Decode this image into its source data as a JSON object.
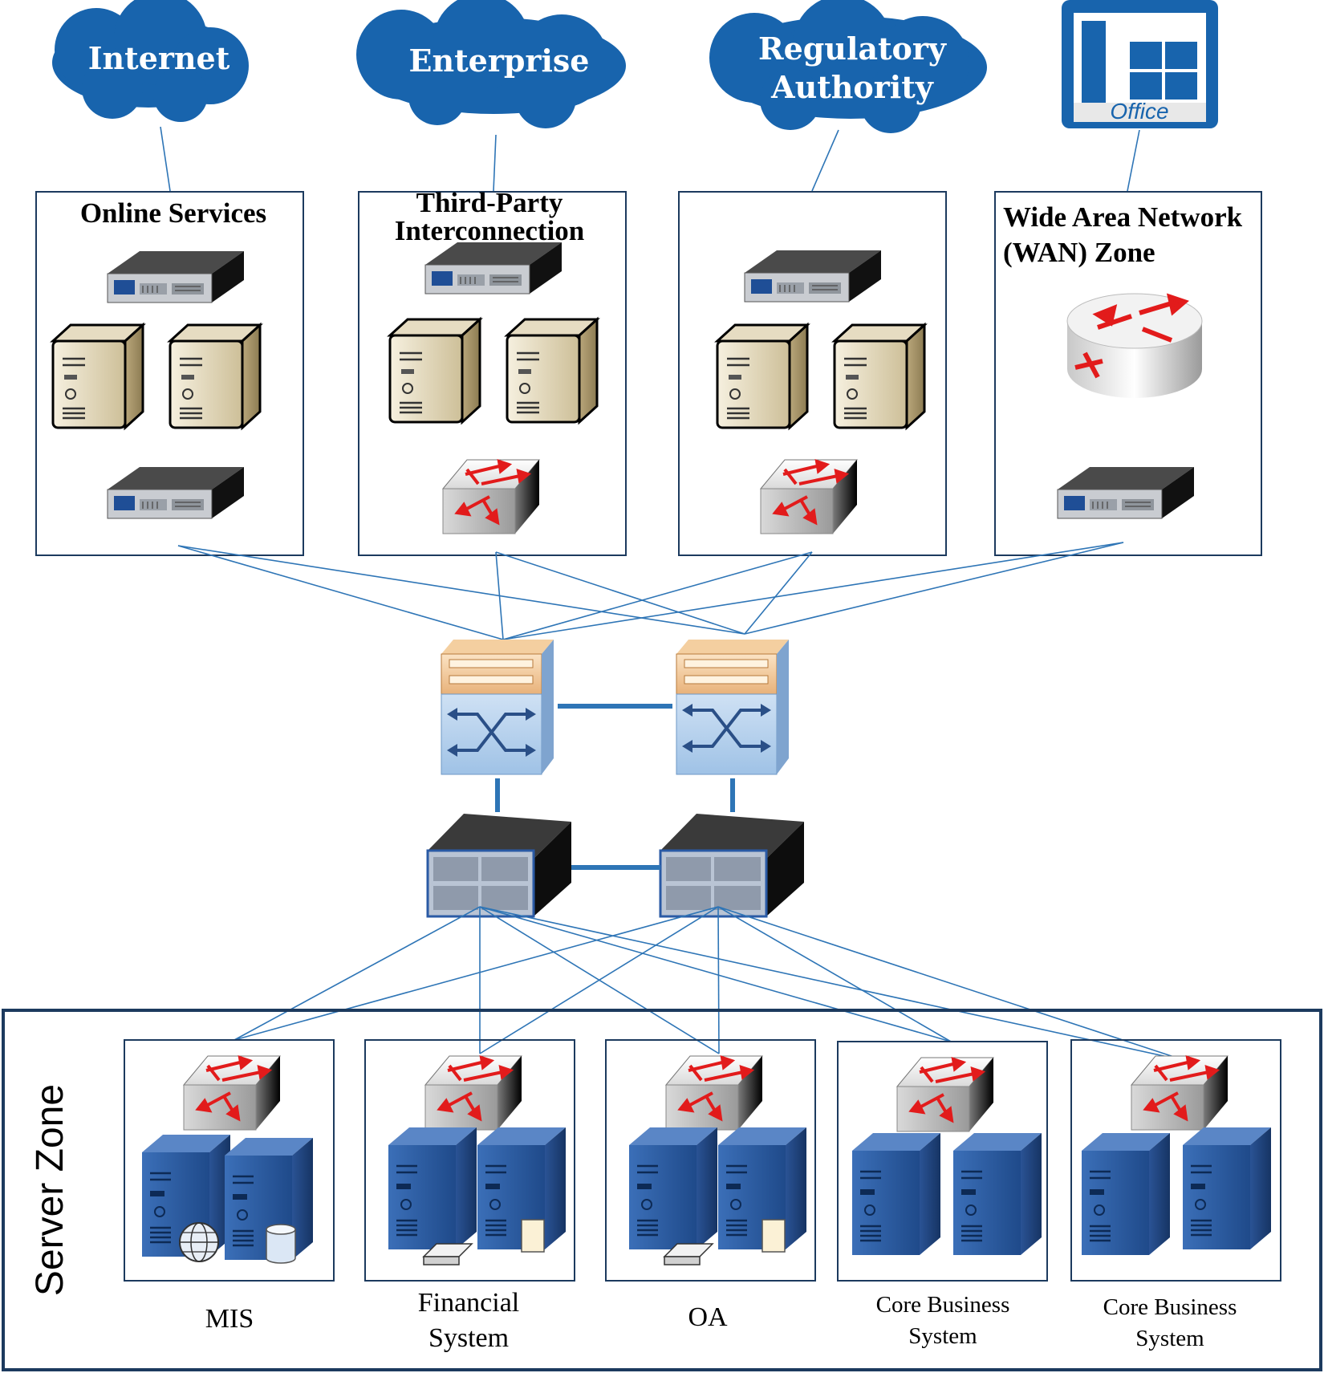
{
  "clouds": {
    "internet": "Internet",
    "enterprise": "Enterprise",
    "regulatory_line1": "Regulatory",
    "regulatory_line2": "Authority"
  },
  "office_label": "Office",
  "zones": {
    "online": "Online Services",
    "thirdparty_line1": "Third-Party",
    "thirdparty_line2": "Interconnection",
    "wan_line1": "Wide Area Network",
    "wan_line2": "(WAN) Zone"
  },
  "server_zone": {
    "title": "Server Zone",
    "groups": [
      {
        "line1": "MIS",
        "line2": ""
      },
      {
        "line1": "Financial",
        "line2": "System"
      },
      {
        "line1": "OA",
        "line2": ""
      },
      {
        "line1": "Core Business",
        "line2": "System"
      },
      {
        "line1": "Core Business",
        "line2": "System"
      }
    ]
  },
  "colors": {
    "cloud": "#1864ad",
    "link": "#2e75b6",
    "server_blue": "#2b5ea7",
    "arrow_red": "#e21b1b"
  }
}
